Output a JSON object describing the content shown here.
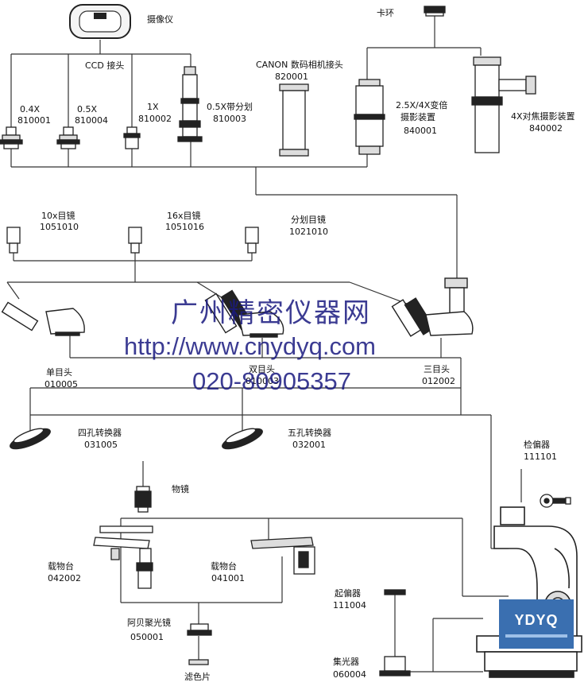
{
  "colors": {
    "line": "#333333",
    "part_dark": "#222222",
    "part_light": "#e6e6e6",
    "watermark": "#1a1a80",
    "logo_bg": "#3a6fb0"
  },
  "labels": {
    "camera": "摄像仪",
    "ccd": "CCD 接头",
    "a04": "0.4X",
    "a04c": "810001",
    "a05": "0.5X",
    "a05c": "810004",
    "a1": "1X",
    "a1c": "810002",
    "a05r": "0.5X带分划",
    "a05rc": "810003",
    "canon": "CANON 数码相机接头",
    "canonc": "820001",
    "clamp": "卡环",
    "zoom1": "2.5X/4X变倍",
    "zoom2": "摄影装置",
    "zoomc": "840001",
    "focus": "4X对焦摄影装置",
    "focusc": "840002",
    "e10": "10x目镜",
    "e10c": "1051010",
    "e16": "16x目镜",
    "e16c": "1051016",
    "ediv": "分划目镜",
    "edivc": "1021010",
    "mono": "单目头",
    "monoc": "010005",
    "bino": "双目头",
    "binoc": "010003",
    "tri": "三目头",
    "tric": "012002",
    "nose4": "四孔转换器",
    "nose4c": "031005",
    "nose5": "五孔转换器",
    "nose5c": "032001",
    "obj": "物镜",
    "analyzer": "检偏器",
    "analyzerc": "111101",
    "stage1": "载物台",
    "stage1c": "042002",
    "stage2": "载物台",
    "stage2c": "041001",
    "abbe": "阿贝聚光镜",
    "abbec": "050001",
    "filter": "滤色片",
    "polarizer": "起偏器",
    "polarizerc": "111004",
    "condenser": "集光器",
    "condenserc": "060004"
  },
  "watermark": {
    "name": "广州精密仪器网",
    "url": "http://www.cnydyq.com",
    "phone": "020-80905357"
  },
  "logo": {
    "text": "YDYQ"
  }
}
